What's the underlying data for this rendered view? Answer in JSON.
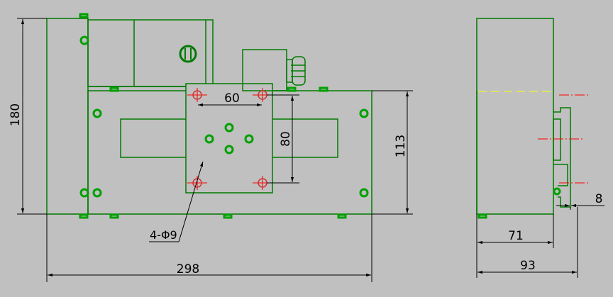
{
  "colors": {
    "background": "#c0c0c0",
    "outline": "#007a00",
    "dimension": "#000000",
    "centerline": "#ff0000",
    "hidden": "#ffff00",
    "bolt": "#00a000"
  },
  "front_view": {
    "dimensions": {
      "overall_width": "298",
      "overall_height": "180",
      "plate_height": "113",
      "hole_spacing_x": "60",
      "hole_spacing_y": "80",
      "hole_callout": "4-Φ9"
    }
  },
  "side_view": {
    "dimensions": {
      "body_depth": "71",
      "overall_depth": "93",
      "flange_thickness": "8"
    }
  }
}
